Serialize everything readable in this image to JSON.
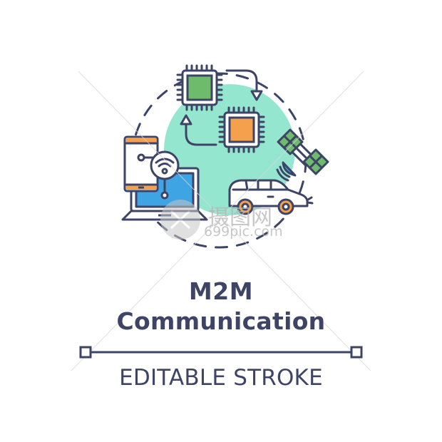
{
  "title": {
    "line1": "M2M",
    "line2": "Communication"
  },
  "subtitle": "EDITABLE STROKE",
  "watermark": {
    "text_cn": "摄图网",
    "text_url": "699pic.com"
  },
  "icons": [
    "microchip-green-icon",
    "microchip-orange-icon",
    "cycle-arrow-icon",
    "smartphone-icon",
    "wifi-icon",
    "laptop-icon",
    "satellite-icon",
    "car-icon"
  ],
  "colors": {
    "stroke": "#3d4466",
    "mint_circle": "#95e6cf",
    "chip_green": "#6dbb6b",
    "chip_orange": "#f5a04d",
    "laptop_blue": "#3fa4e4",
    "phone_orange": "#f5a04d",
    "satellite_green": "#6dbb6b",
    "dish_blue": "#3fa4e4",
    "wheel_orange": "#f5a04d"
  }
}
